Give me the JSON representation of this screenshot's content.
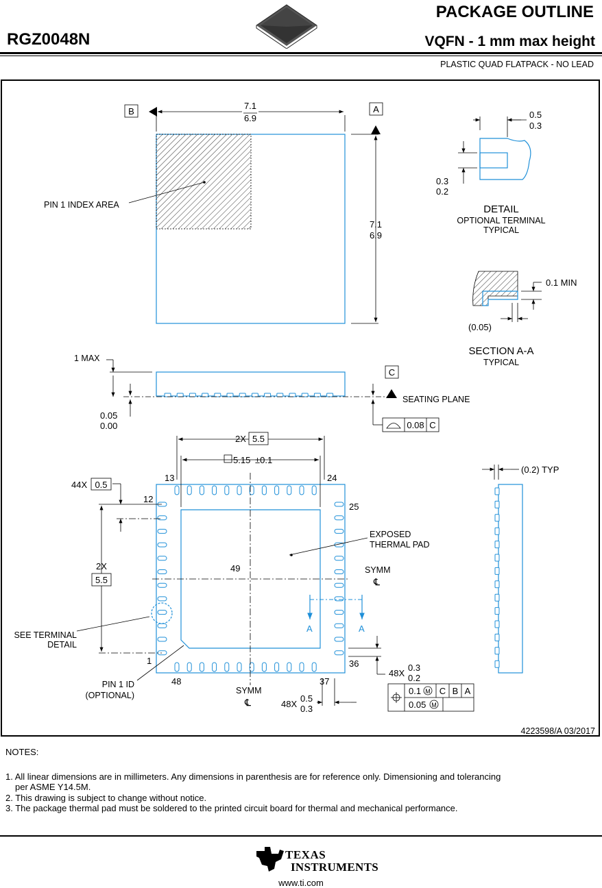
{
  "header": {
    "part_code": "RGZ0048N",
    "title": "PACKAGE OUTLINE",
    "subtitle": "VQFN - 1 mm max height",
    "description": "PLASTIC QUAD FLATPACK - NO LEAD"
  },
  "drawing": {
    "datum_b": "B",
    "datum_a": "A",
    "datum_c": "C",
    "width_max": "7.1",
    "width_min": "6.9",
    "height_max": "7.1",
    "height_min": "6.9",
    "pin1_index_area": "PIN 1 INDEX AREA",
    "max_height": "1 MAX",
    "standoff_max": "0.05",
    "standoff_min": "0.00",
    "seating_plane": "SEATING PLANE",
    "flatness_value": "0.08",
    "flatness_datum": "C",
    "detail": {
      "title": "DETAIL",
      "line1": "OPTIONAL TERMINAL",
      "line2": "TYPICAL",
      "top_max": "0.5",
      "top_min": "0.3",
      "side_max": "0.3",
      "side_min": "0.2"
    },
    "section": {
      "title": "SECTION A-A",
      "subtitle": "TYPICAL",
      "min_label": "0.1 MIN",
      "ref_label": "(0.05)"
    },
    "bottom_view": {
      "span_count": "2X",
      "span_value": "5.5",
      "pad_size": "5.15",
      "pad_tol": "±0.1",
      "pin13": "13",
      "pin24": "24",
      "pin12": "12",
      "pin25": "25",
      "pin1": "1",
      "pin36": "36",
      "pin48": "48",
      "pin37": "37",
      "pin49": "49",
      "pitch_count": "44X",
      "pitch_value": "0.5",
      "vspan_count": "2X",
      "vspan_value": "5.5",
      "exposed_line1": "EXPOSED",
      "exposed_line2": "THERMAL PAD",
      "symm": "SYMM",
      "centerline": "℄",
      "see_terminal_1": "SEE TERMINAL",
      "see_terminal_2": "DETAIL",
      "pin1_id_1": "PIN 1 ID",
      "pin1_id_2": "(OPTIONAL)",
      "section_a": "A",
      "lead_w_count": "48X",
      "lead_w_max": "0.5",
      "lead_w_min": "0.3",
      "lead_t_count": "48X",
      "lead_t_max": "0.3",
      "lead_t_min": "0.2",
      "pos_tol_1": "0.1",
      "pos_tol_2": "0.05",
      "datum_c": "C",
      "datum_b": "B",
      "datum_a": "A",
      "side_typ": "(0.2) TYP"
    },
    "drawing_number": "4223598/A   03/2017"
  },
  "notes": {
    "heading": "NOTES:",
    "note1": "1. All linear dimensions are in millimeters. Any dimensions in parenthesis are for reference only. Dimensioning and tolerancing",
    "note1b": "per ASME Y14.5M.",
    "note2": "2. This drawing is subject to change without notice.",
    "note3": "3. The package thermal pad must be soldered to the printed circuit board for thermal and mechanical performance."
  },
  "footer": {
    "brand_line1": "TEXAS",
    "brand_line2": "INSTRUMENTS",
    "url": "www.ti.com"
  },
  "colors": {
    "outline": "#1e8fd8",
    "text": "#000000"
  }
}
